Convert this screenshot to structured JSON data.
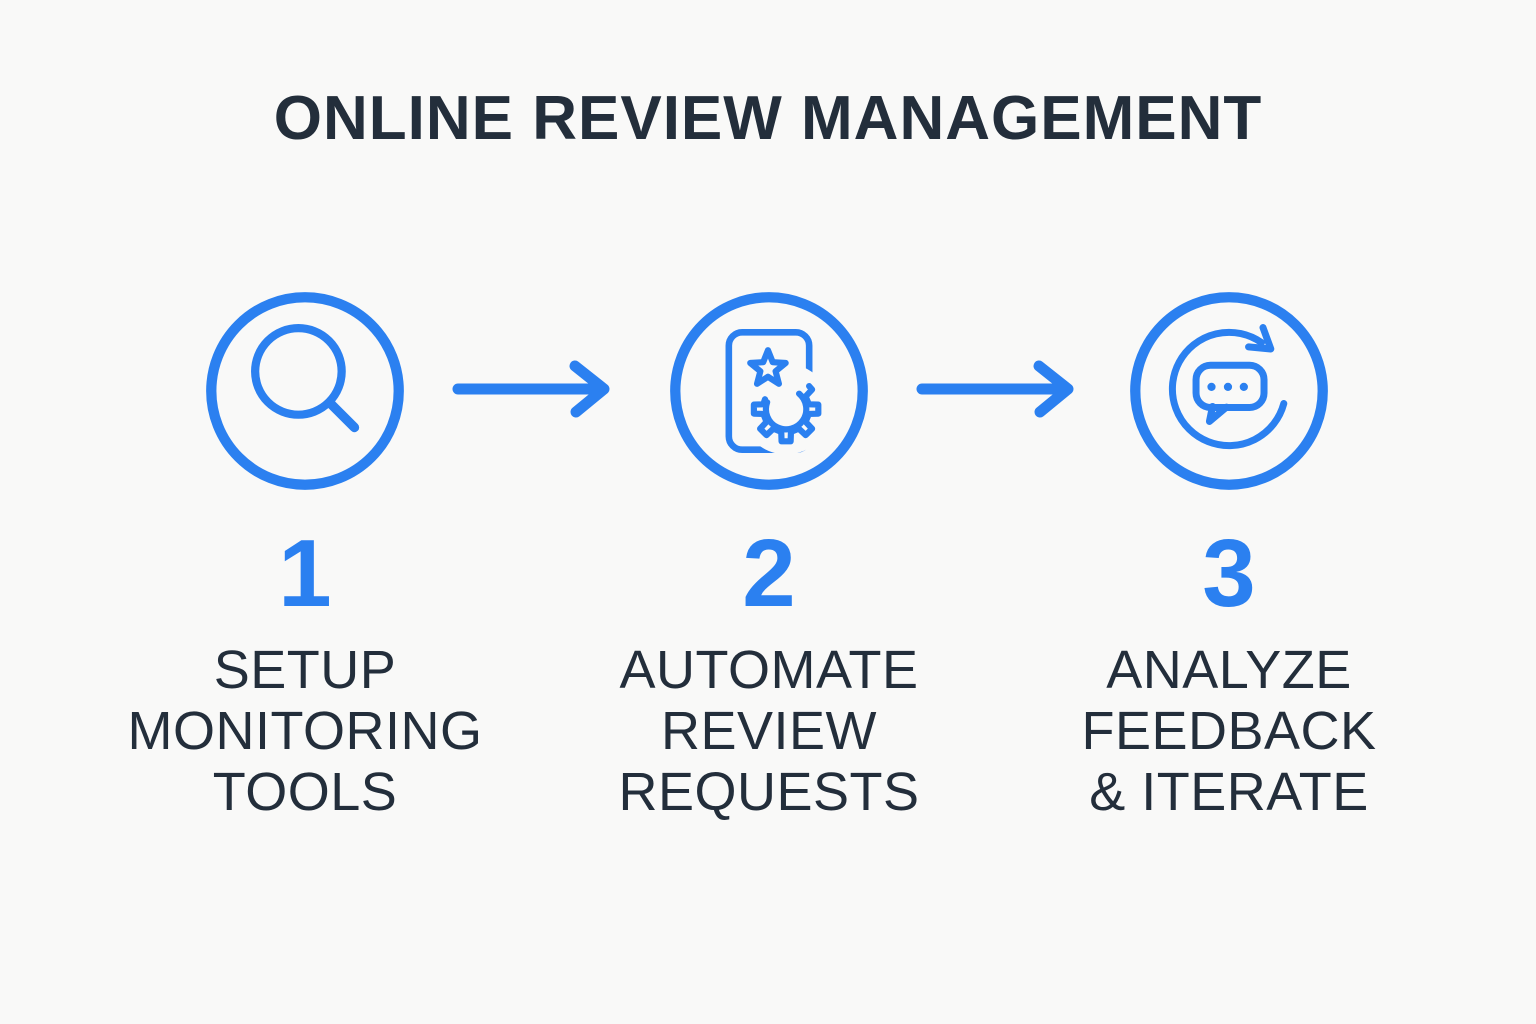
{
  "title": "ONLINE REVIEW MANAGEMENT",
  "colors": {
    "accent": "#2b80f0",
    "text_dark": "#232e3b",
    "background": "#f9f9f8"
  },
  "steps": [
    {
      "number": "1",
      "icon": "magnifier-search-icon",
      "label_lines": [
        "SETUP",
        "MONITORING",
        "TOOLS"
      ]
    },
    {
      "number": "2",
      "icon": "review-document-gear-icon",
      "label_lines": [
        "AUTOMATE",
        "REVIEW",
        "REQUESTS"
      ]
    },
    {
      "number": "3",
      "icon": "feedback-chat-refresh-icon",
      "label_lines": [
        "ANALYZE",
        "FEEDBACK",
        "& ITERATE"
      ]
    }
  ],
  "connectors": [
    {
      "type": "arrow-right"
    },
    {
      "type": "arrow-right"
    }
  ]
}
